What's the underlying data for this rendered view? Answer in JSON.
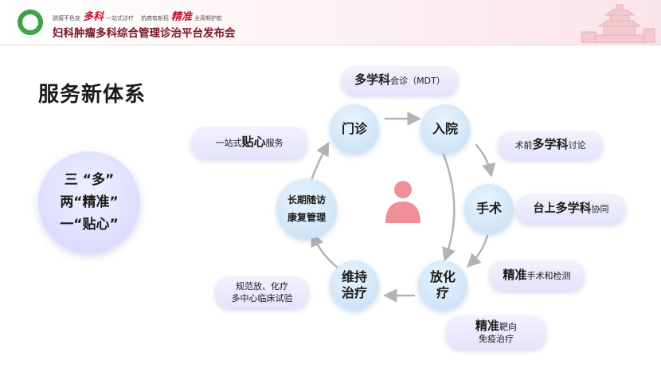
{
  "header": {
    "slogan": {
      "part1": "跳瘤不色变",
      "accent1": "多科",
      "part2": "一站式诊疗",
      "part3": "抗癌有新招",
      "accent2": "精准",
      "part4": "全周期护航"
    },
    "conference_title": "妇科肿瘤多科综合管理诊治平台发布会"
  },
  "section_title": "服务新体系",
  "summary": {
    "line1": "三 “多”",
    "line2": "两“精准”",
    "line3": "一“贴心”"
  },
  "nodes": {
    "clinic": "门诊",
    "admission": "入院",
    "surgery": "手术",
    "chemo": "放化疗",
    "maintenance_1": "维持",
    "maintenance_2": "治疗",
    "followup_1": "长期随访",
    "followup_2": "康复管理"
  },
  "pills": {
    "mdt": {
      "emph": "多学科",
      "text": "会诊（MDT）"
    },
    "onestop": {
      "pre": "一站式",
      "emph": "贴心",
      "post": "服务"
    },
    "preop": {
      "pre": "术前",
      "emph": "多学科",
      "post": "讨论"
    },
    "intraop": {
      "pre": "台上",
      "emph": "多学科",
      "post": "协同"
    },
    "precise_surgery": {
      "emph": "精准",
      "post": "手术和检测"
    },
    "targeted": {
      "emph": "精准",
      "post": "靶向",
      "line2": "免疫治疗"
    },
    "standard": {
      "line1": "规范放、化疗",
      "line2": "多中心临床试验"
    }
  },
  "colors": {
    "node_fill": "#cfe5f8",
    "pill_fill": "#e4e3fb",
    "arrow": "#b3b3b3",
    "person": "#ef8f96",
    "title_red": "#7a1326"
  },
  "icons": {
    "center": "patient-icon",
    "logo": "hospital-logo",
    "landmark": "tower-illustration"
  }
}
